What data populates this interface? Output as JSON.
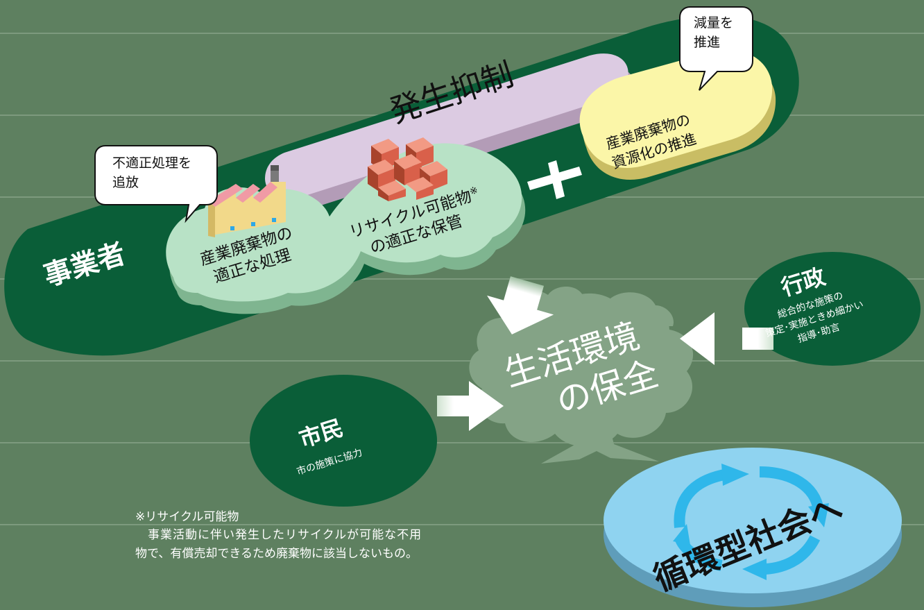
{
  "colors": {
    "background": "#5e8060",
    "stripe": "#7d9a7e",
    "dark_green": "#0a5e38",
    "light_green": "#b8e2c6",
    "lavender": "#dccbe2",
    "yellow": "#fbf6a8",
    "sky_blue": "#8fd3f0",
    "tree": "#84a386",
    "arrow_cycle": "#2fb7ea"
  },
  "actors": {
    "business": {
      "label": "事業者"
    },
    "government": {
      "label": "行政",
      "lines": [
        "総合的な施策の",
        "策定･実施ときめ細かい",
        "指導･助言"
      ]
    },
    "citizens": {
      "label": "市民",
      "sub": "市の施策に協力"
    }
  },
  "measures": {
    "generation_control": "発生抑制",
    "proper_treatment": [
      "産業廃棄物の",
      "適正な処理"
    ],
    "recyclable_storage": [
      "リサイクル可能物",
      "の適正な保管"
    ],
    "recyclable_mark": "※",
    "resource_recovery": [
      "産業廃棄物の",
      "資源化の推進"
    ],
    "plus": "＋"
  },
  "callouts": {
    "improper": "不適正処理を\n追放",
    "reduction": "減量を\n推進"
  },
  "center": {
    "lines": [
      "生活環境",
      "の保全"
    ]
  },
  "goal": "循環型社会へ",
  "footnote": {
    "title": "※リサイクル可能物",
    "line1": "事業活動に伴い発生したリサイクルが可能な不用",
    "line2": "物で、有償売却できるため廃棄物に該当しないもの。"
  },
  "icons": [
    "factory-icon",
    "recyclable-boxes-icon",
    "tree-icon",
    "cycle-arrows-icon",
    "inflow-arrow-icon"
  ]
}
